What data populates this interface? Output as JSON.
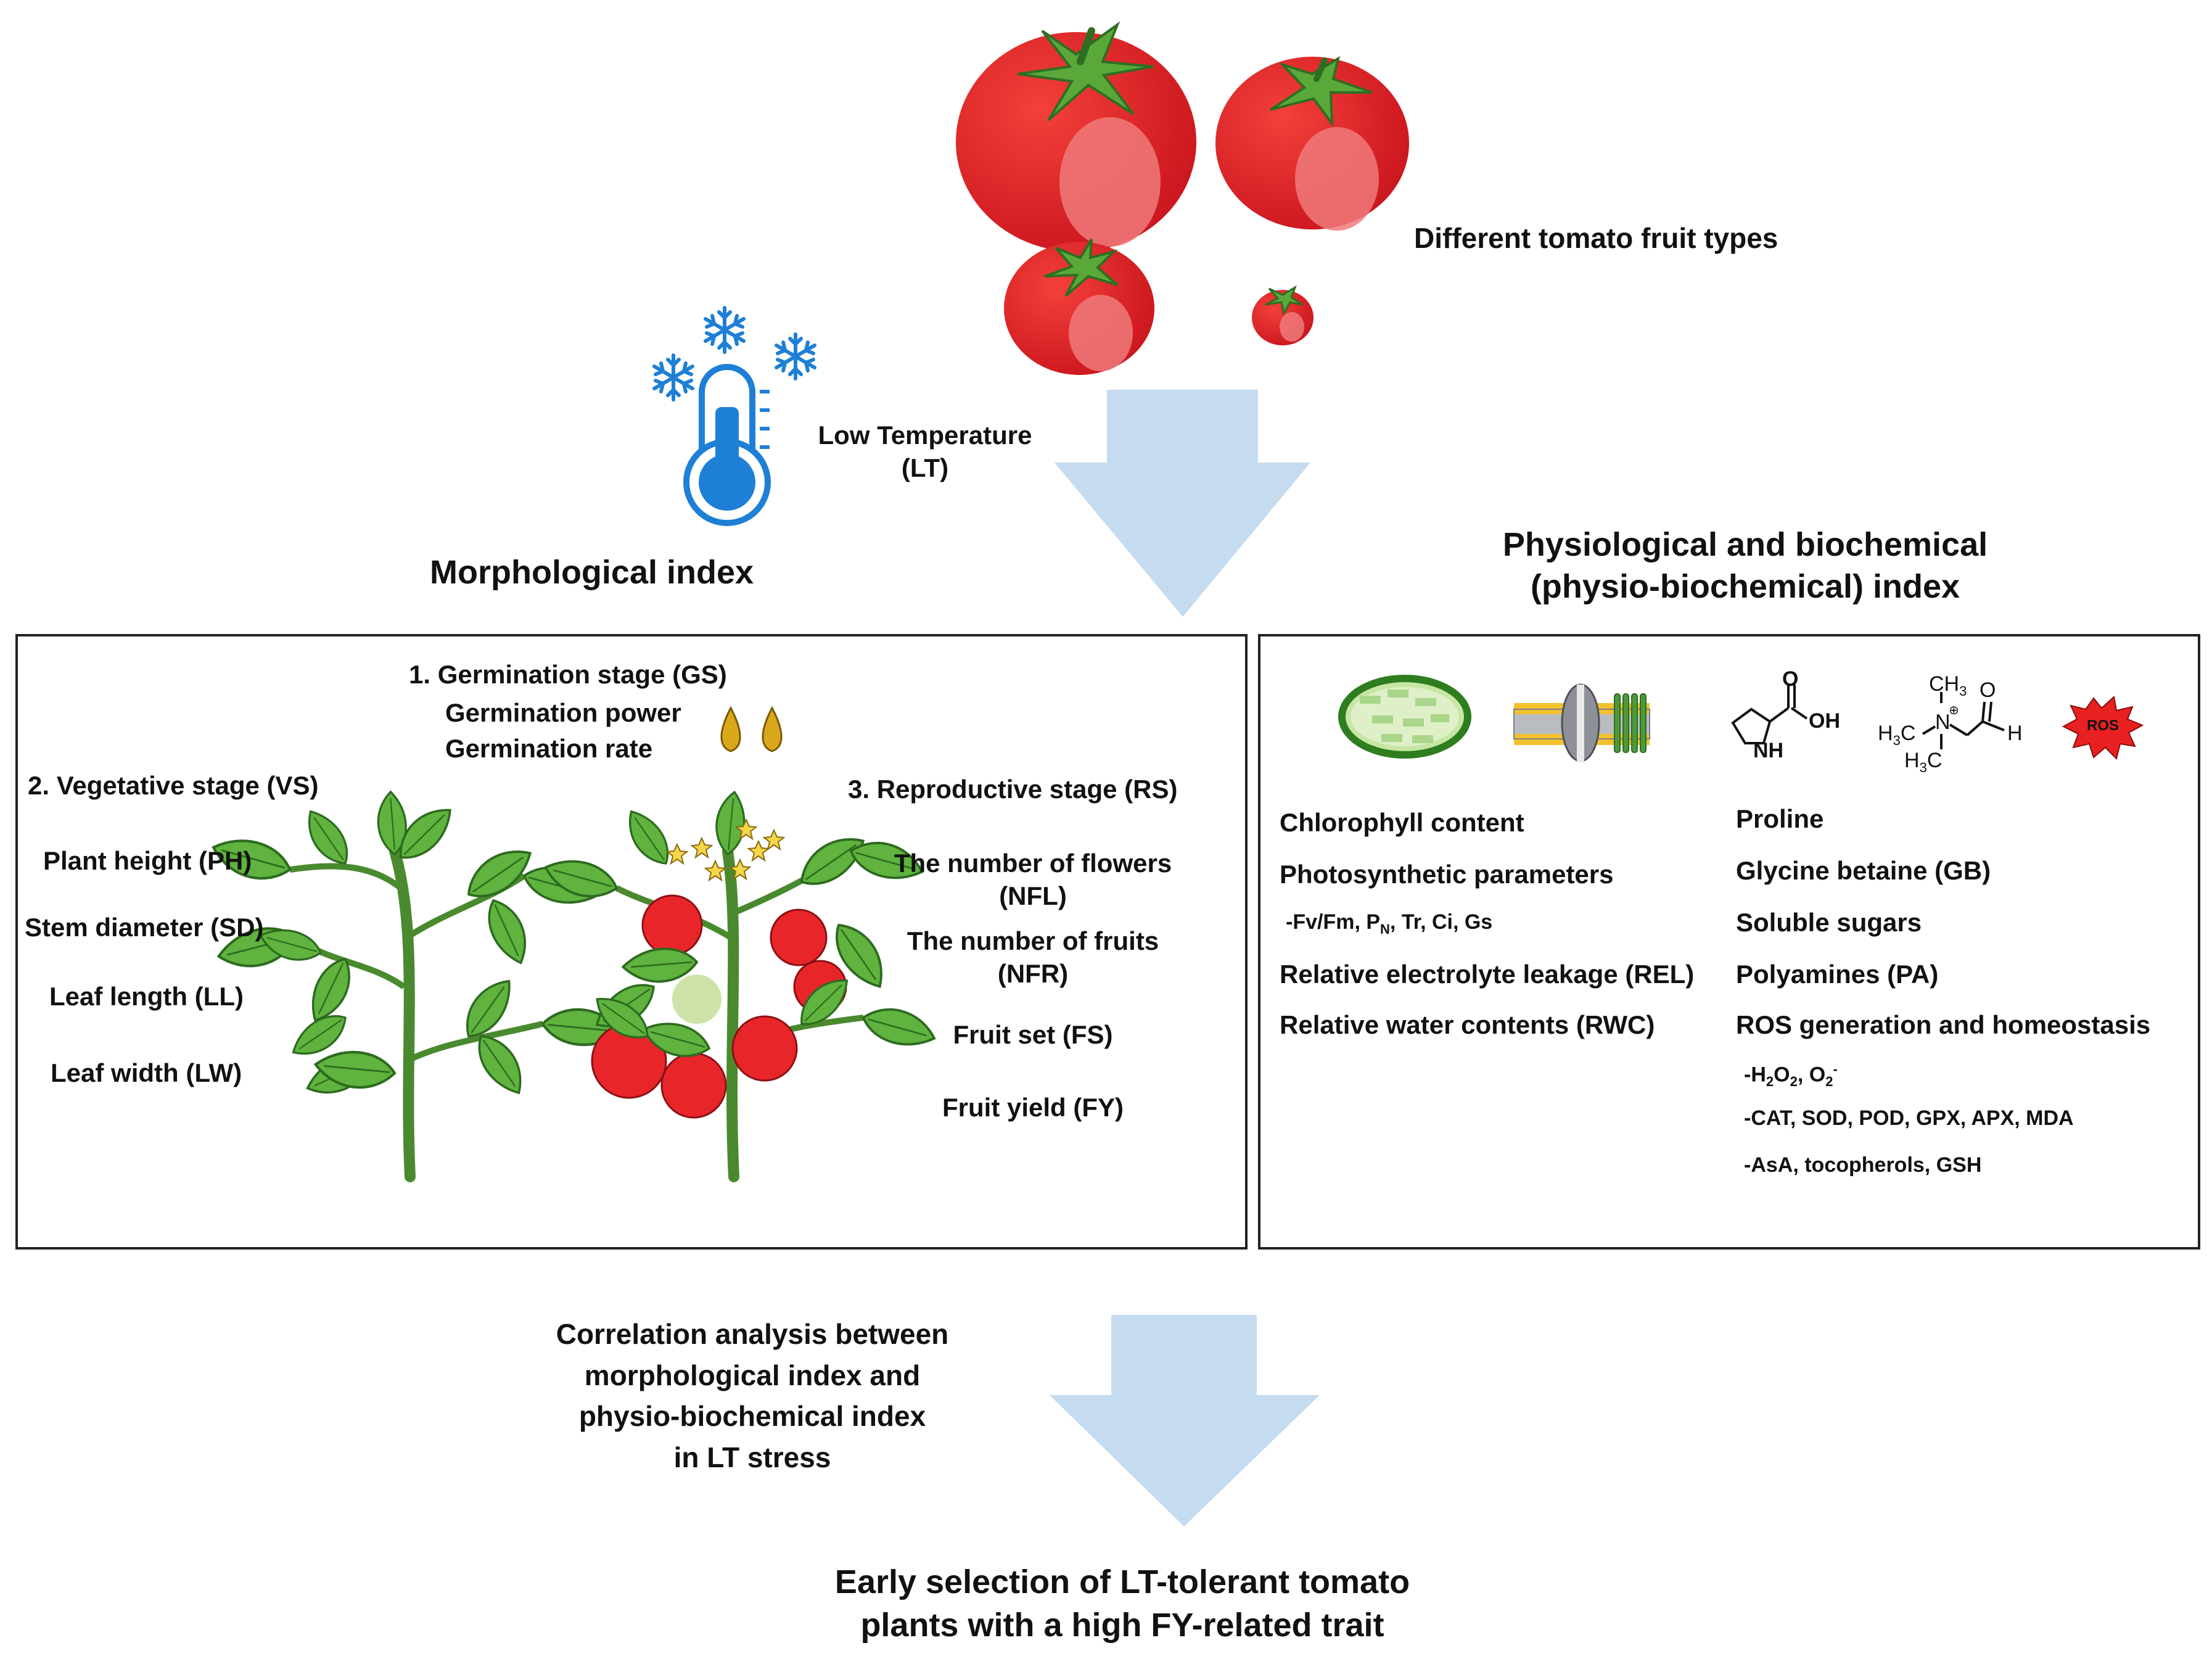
{
  "header": {
    "fruit_types": "Different  tomato fruit types",
    "low_temp_line1": "Low Temperature",
    "low_temp_line2": "(LT)"
  },
  "morphological": {
    "title": "Morphological index",
    "gs_title": "1. Germination stage (GS)",
    "gs_items": [
      "Germination power",
      "Germination rate"
    ],
    "vs_title": "2. Vegetative stage (VS)",
    "vs_items": [
      "Plant height (PH)",
      "Stem diameter (SD)",
      "Leaf length (LL)",
      "Leaf width (LW)"
    ],
    "rs_title": "3. Reproductive stage (RS)",
    "rs_items": [
      {
        "line1": "The number of flowers",
        "line2": "(NFL)"
      },
      {
        "line1": "The number of fruits",
        "line2": "(NFR)"
      },
      {
        "line1": "Fruit set (FS)"
      },
      {
        "line1": "Fruit yield (FY)"
      }
    ]
  },
  "physio": {
    "title_line1": "Physiological and biochemical",
    "title_line2": "(physio-biochemical)   index",
    "ros_badge": "ROS",
    "chem": {
      "oh": "OH",
      "nh": "NH",
      "ch3": "CH",
      "h3c_a": "H",
      "h3c_b": "H",
      "n": "N",
      "o": "O",
      "h": "H",
      "sub3": "3",
      "plus": "⊕"
    },
    "left_items": [
      "Chlorophyll content",
      "Photosynthetic parameters"
    ],
    "left_sub": {
      "a": "-Fv/Fm, P",
      "sub": "N",
      "b": ",  Tr, Ci, Gs"
    },
    "left_items2": [
      "Relative electrolyte leakage (REL)",
      "Relative water contents (RWC)"
    ],
    "right_items": [
      "Proline",
      "Glycine betaine (GB)",
      "Soluble sugars",
      "Polyamines (PA)",
      "ROS generation and homeostasis"
    ],
    "right_sub1": {
      "a": "-H",
      "s1": "2",
      "b": "O",
      "s2": "2",
      "c": ", O",
      "s3": "2",
      "sup": "-"
    },
    "right_sub2": "-CAT, SOD, POD, GPX, APX, MDA",
    "right_sub3": "-AsA, tocopherols, GSH"
  },
  "bottom": {
    "correlation": [
      "Correlation analysis between",
      "morphological index and",
      "physio-biochemical index",
      "in LT stress"
    ],
    "selection": [
      "Early selection of LT-tolerant tomato",
      "plants with a high FY-related trait"
    ]
  },
  "colors": {
    "arrow": "#c5dbef",
    "tomato": "#e8262a",
    "leaf": "#5aa83a",
    "snow": "#1e7fd6",
    "seed": "#d9a81a"
  }
}
